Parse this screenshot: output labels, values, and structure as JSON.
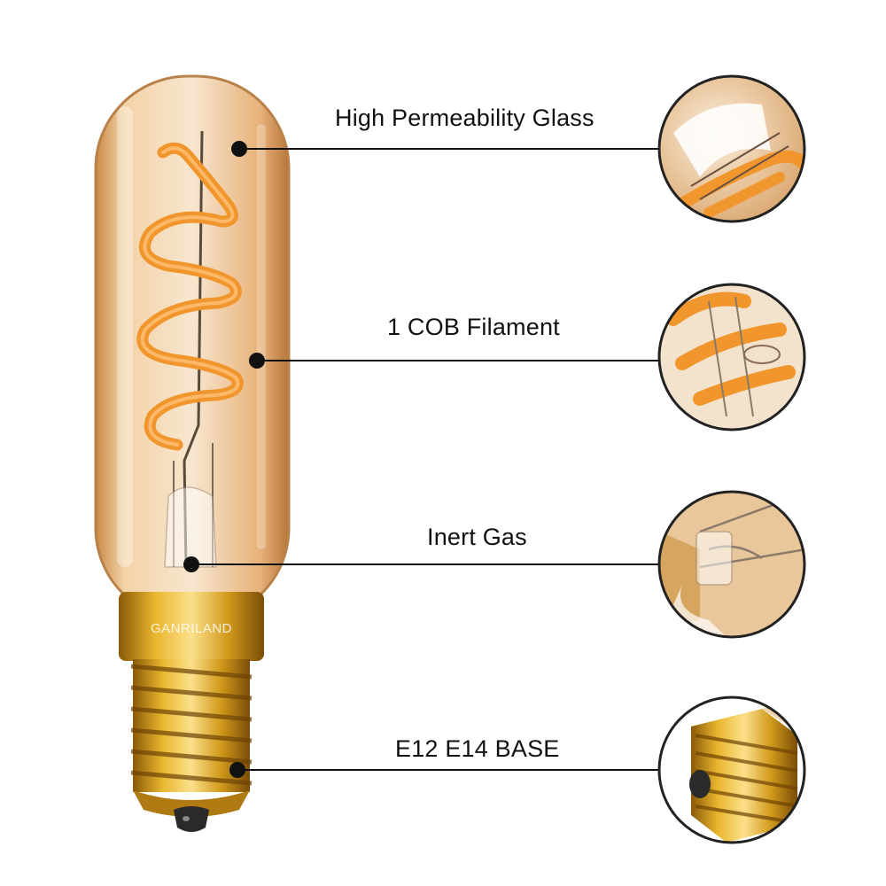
{
  "product": {
    "brand_text": "GANRILAND",
    "glass_color": "#d89a52",
    "filament_color": "#f0962c",
    "base_color": "#d9a521"
  },
  "features": [
    {
      "label": "High Permeability Glass",
      "icon": "glass-detail-photo"
    },
    {
      "label": "1 COB Filament",
      "icon": "filament-detail-photo"
    },
    {
      "label": "Inert Gas",
      "icon": "stem-detail-photo"
    },
    {
      "label": "E12 E14 BASE",
      "icon": "base-detail-photo"
    }
  ],
  "colors": {
    "callout_line": "#111111",
    "detail_border": "#222222"
  }
}
